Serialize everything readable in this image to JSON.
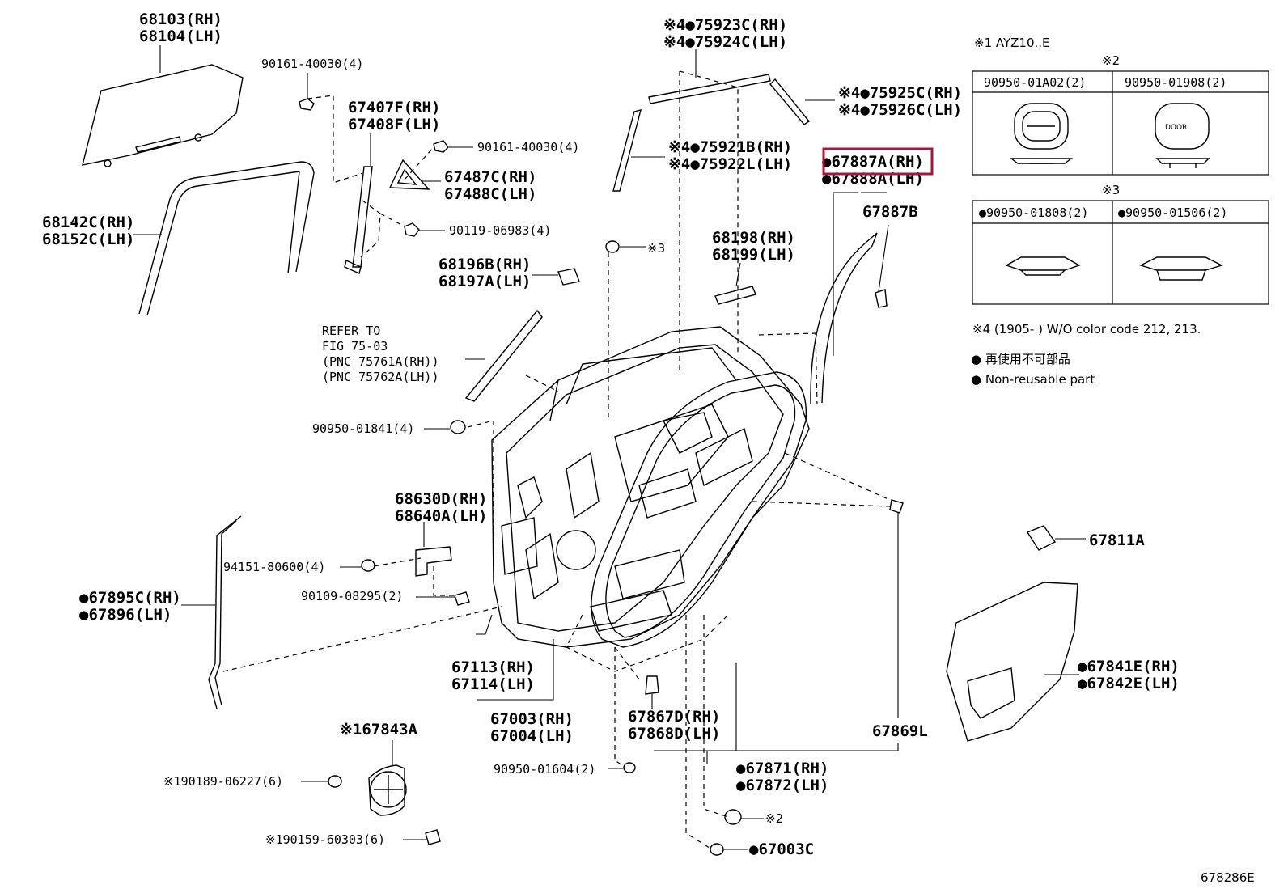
{
  "labels": {
    "p68103": "68103(RH)",
    "p68104": "68104(LH)",
    "p90161a": "90161-40030(4)",
    "p67407": "67407F(RH)",
    "p67408": "67408F(LH)",
    "p90161b": "90161-40030(4)",
    "p67487": "67487C(RH)",
    "p67488": "67488C(LH)",
    "p68142": "68142C(RH)",
    "p68152": "68152C(LH)",
    "p90119": "90119-06983(4)",
    "p75923": "※4●75923C(RH)",
    "p75924": "※4●75924C(LH)",
    "p75925": "※4●75925C(RH)",
    "p75926": "※4●75926C(LH)",
    "p75921": "※4●75921B(RH)",
    "p75922": "※4●75922L(LH)",
    "p67887a": "●67887A(RH)",
    "p67888": "●67888A(LH)",
    "p67887b": "67887B",
    "clip3": "※3",
    "p68198": "68198(RH)",
    "p68199": "68199(LH)",
    "p68196": "68196B(RH)",
    "p68197": "68197A(LH)",
    "refer1": "REFER TO",
    "refer2": "FIG 75-03",
    "refer3": "(PNC 75761A(RH))",
    "refer4": "(PNC 75762A(LH))",
    "p90950_841": "90950-01841(4)",
    "p68630": "68630D(RH)",
    "p68640": "68640A(LH)",
    "p94151": "94151-80600(4)",
    "p90109": "90109-08295(2)",
    "p67895": "●67895C(RH)",
    "p67896": "●67896(LH)",
    "p67113": "67113(RH)",
    "p67114": "67114(LH)",
    "p67003": "67003(RH)",
    "p67004": "67004(LH)",
    "p67867": "67867D(RH)",
    "p67868": "67868D(LH)",
    "p67869": "67869L",
    "p67811": "67811A",
    "p67841": "●67841E(RH)",
    "p67842": "●67842E(LH)",
    "p67843": "※167843A",
    "p90189": "※190189-06227(6)",
    "p90159": "※190159-60303(6)",
    "p90950_604": "90950-01604(2)",
    "p67871": "●67871(RH)",
    "p67872": "●67872(LH)",
    "clip2": "※2",
    "p67003c": "●67003C"
  },
  "legend": {
    "note1": "※1 AYZ10..E",
    "group2_title": "※2",
    "group2_a": "90950-01A02(2)",
    "group2_b": "90950-01908(2)",
    "door_text": "DOOR",
    "group3_title": "※3",
    "group3_a": "●90950-01808(2)",
    "group3_b": "●90950-01506(2)",
    "note4": "※4 (1905-     ) W/O color code 212, 213.",
    "nonreuse_jp": "● 再使用不可部品",
    "nonreuse_en": "● Non-reusable part"
  },
  "footer": {
    "figure_id": "678286E"
  }
}
